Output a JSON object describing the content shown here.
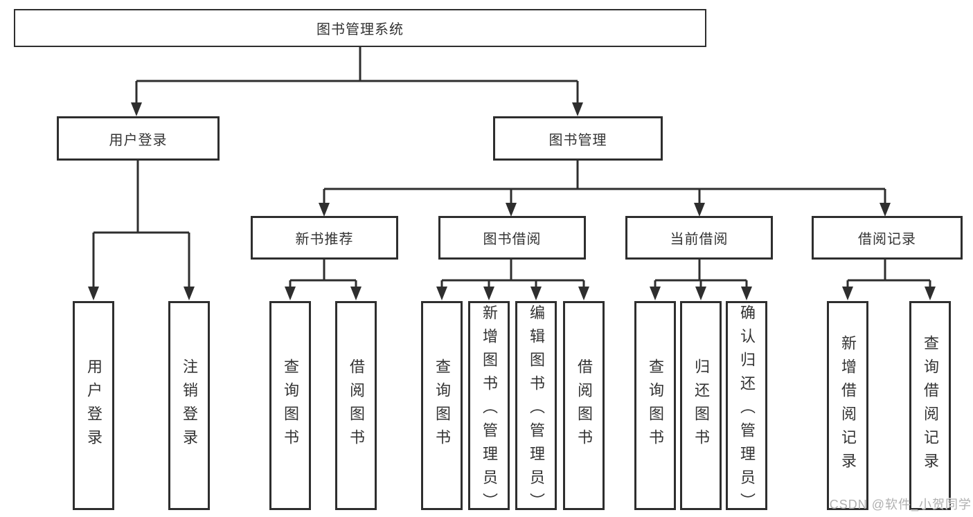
{
  "tree": {
    "root": {
      "label": "图书管理系统"
    },
    "branches": [
      {
        "label": "用户登录",
        "children": [
          {
            "label": "用户登录"
          },
          {
            "label": "注销登录"
          }
        ]
      },
      {
        "label": "图书管理",
        "children": [
          {
            "label": "新书推荐",
            "children": [
              {
                "label": "查询图书"
              },
              {
                "label": "借阅图书"
              }
            ]
          },
          {
            "label": "图书借阅",
            "children": [
              {
                "label": "查询图书"
              },
              {
                "label": "新增图书（管理员）"
              },
              {
                "label": "编辑图书（管理员）"
              },
              {
                "label": "借阅图书"
              }
            ]
          },
          {
            "label": "当前借阅",
            "children": [
              {
                "label": "查询图书"
              },
              {
                "label": "归还图书"
              },
              {
                "label": "确认归还（管理员）"
              }
            ]
          },
          {
            "label": "借阅记录",
            "children": [
              {
                "label": "新增借阅记录"
              },
              {
                "label": "查询借阅记录"
              }
            ]
          }
        ]
      }
    ]
  },
  "watermark": {
    "text": "CSDN @软件_小贺同学"
  },
  "colors": {
    "line": "#2e2e2e",
    "text": "#333333",
    "watermark": "#b0b0b0",
    "background": "#ffffff"
  }
}
